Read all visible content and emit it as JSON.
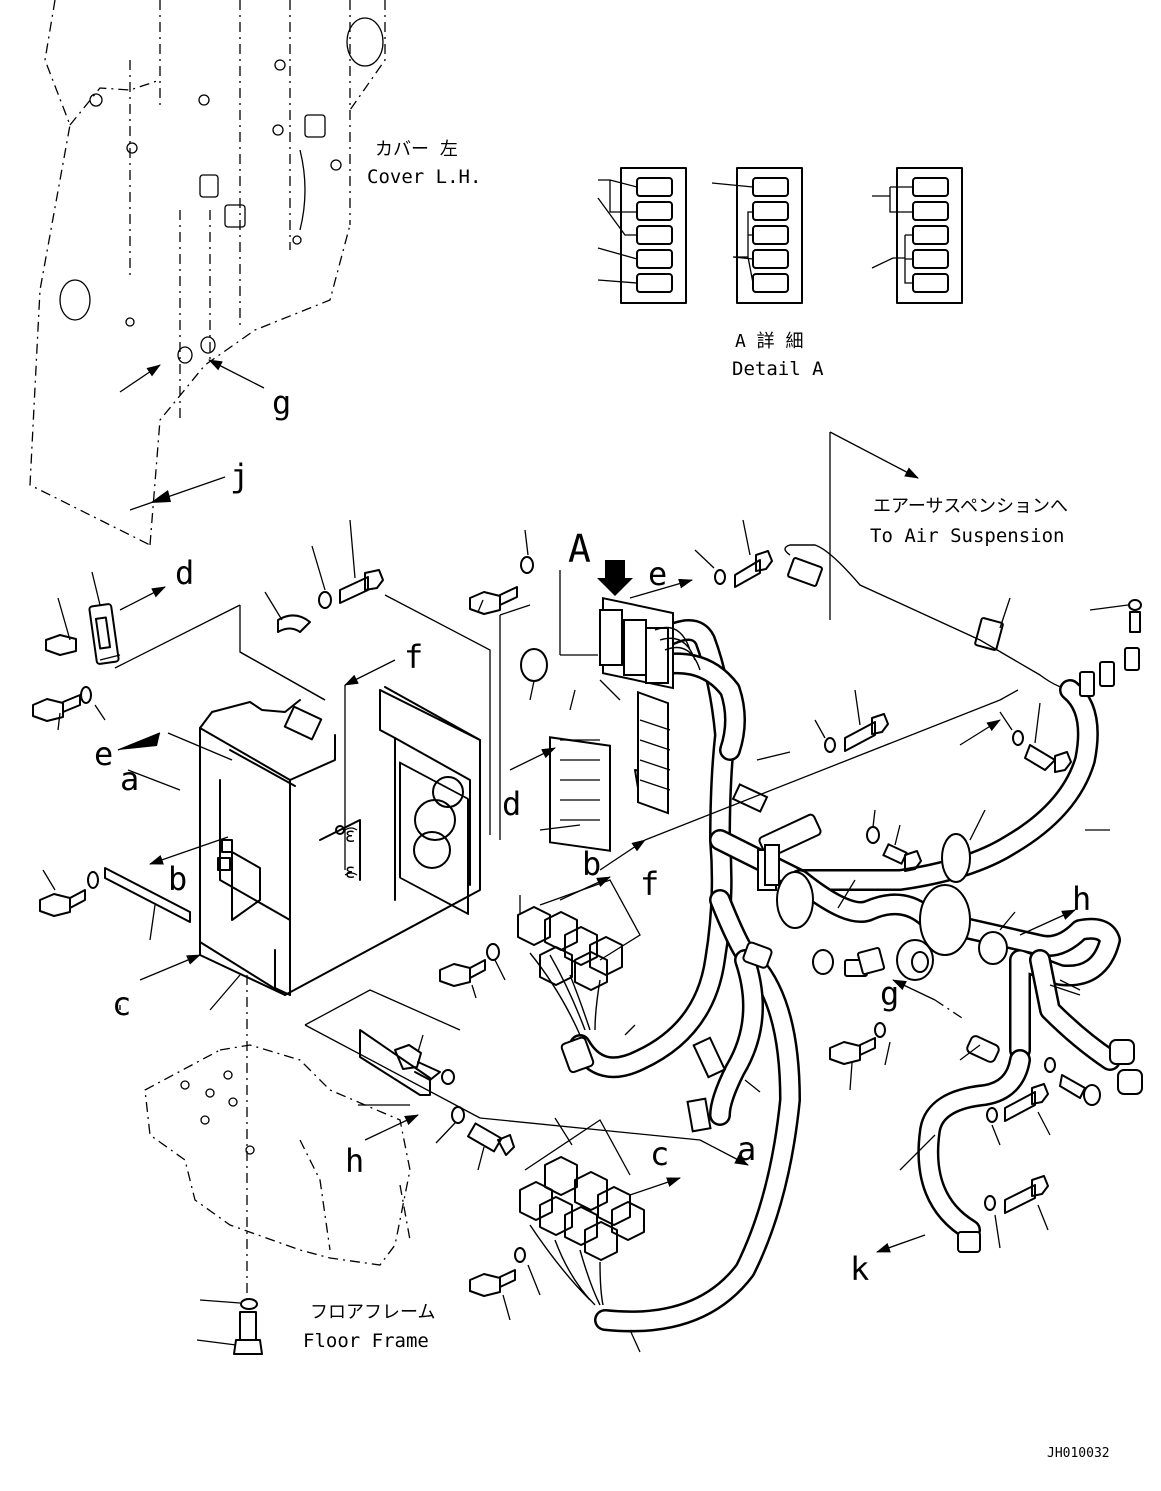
{
  "drawing_id": "JH010032",
  "notes": {
    "cover_jp": "カバー 左",
    "cover_en": "Cover L.H.",
    "detail_jp": "A 詳 細",
    "detail_en": "Detail A",
    "air_jp": "エアーサスペンションへ",
    "air_en": "To Air Suspension",
    "floor_jp": "フロアフレーム",
    "floor_en": "Floor Frame"
  },
  "labels": {
    "A": "A",
    "a": "a",
    "b": "b",
    "c": "c",
    "d": "d",
    "e": "e",
    "f": "f",
    "g": "g",
    "h": "h",
    "j": "j",
    "k": "k"
  }
}
